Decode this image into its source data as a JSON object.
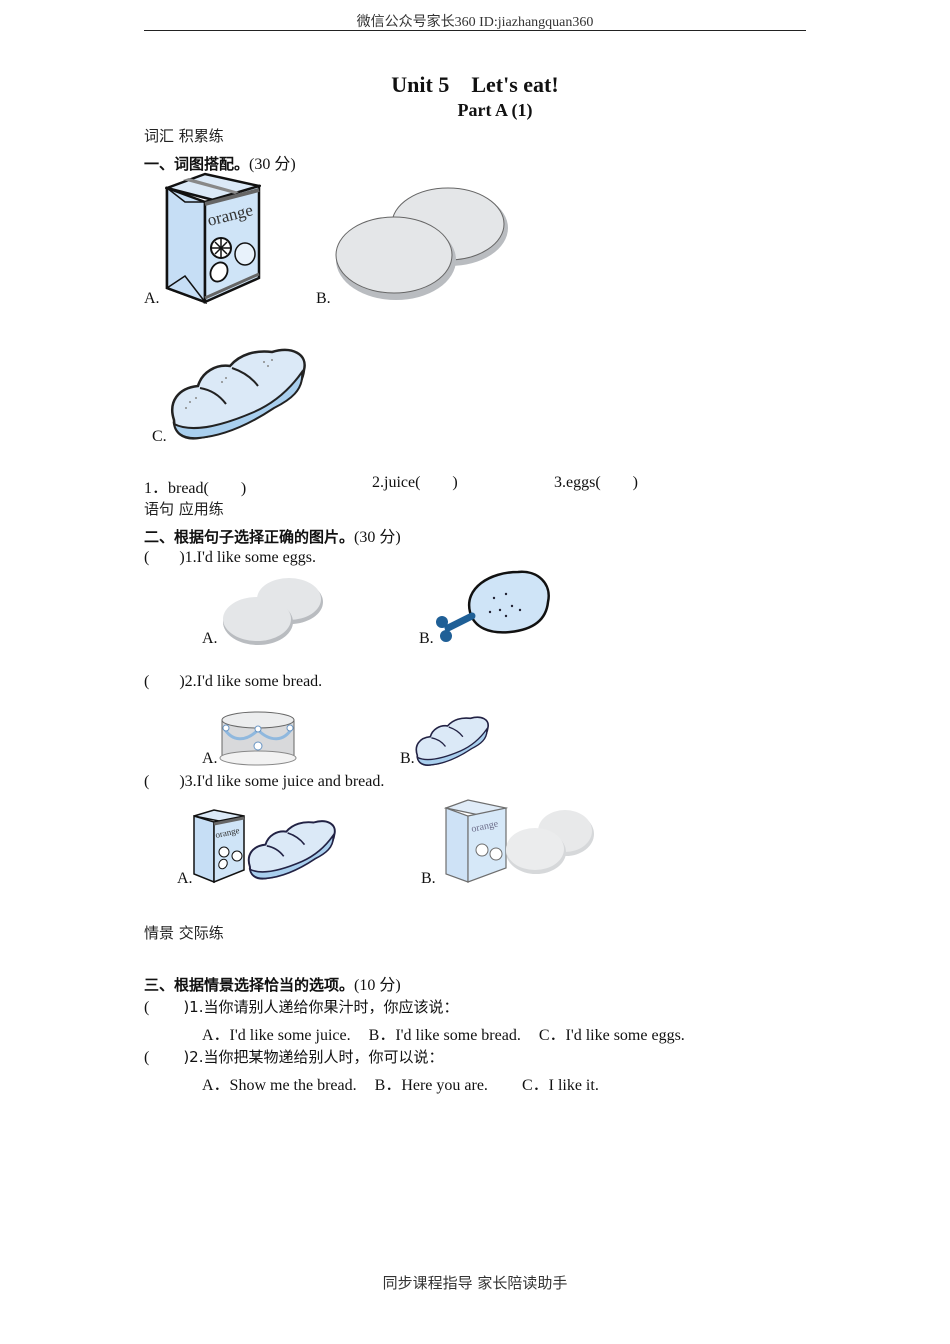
{
  "header": {
    "watermark": "微信公众号家长360 ID:jiazhangquan360"
  },
  "title": {
    "main": "Unit 5    Let's eat!",
    "part": "Part A (1)"
  },
  "section1": {
    "tag": "词汇 积累练",
    "heading": "一、词图搭配。",
    "points": "(30 分)",
    "images": [
      {
        "label": "A.",
        "icon": "orange-juice-carton-icon",
        "carton_text": "orange"
      },
      {
        "label": "B.",
        "icon": "eggs-icon"
      },
      {
        "label": "C.",
        "icon": "bread-icon"
      }
    ],
    "items": [
      {
        "text": "1．bread(",
        "close": ")"
      },
      {
        "text": "2.juice(",
        "close": ")"
      },
      {
        "text": "3.eggs(",
        "close": ")"
      }
    ]
  },
  "section2": {
    "tag": "语句 应用练",
    "heading": "二、根据句子选择正确的图片。",
    "points": "(30 分)",
    "questions": [
      {
        "open": "(",
        "text": ")1.I'd like some eggs.",
        "options": [
          {
            "label": "A.",
            "icon": "eggs-icon"
          },
          {
            "label": "B.",
            "icon": "chicken-leg-icon"
          }
        ]
      },
      {
        "open": "(",
        "text": ")2.I'd like some bread.",
        "options": [
          {
            "label": "A.",
            "icon": "cake-icon"
          },
          {
            "label": "B.",
            "icon": "bread-icon"
          }
        ]
      },
      {
        "open": "(",
        "text": ")3.I'd like some juice and bread.",
        "options": [
          {
            "label": "A.",
            "icon": "juice-and-bread-icon"
          },
          {
            "label": "B.",
            "icon": "juice-and-eggs-icon"
          }
        ]
      }
    ]
  },
  "section3": {
    "tag": "情景 交际练",
    "heading": "三、根据情景选择恰当的选项。",
    "points": "(10 分)",
    "questions": [
      {
        "open": "(",
        "text": ")1.当你请别人递给你果汁时，你应该说：",
        "options": [
          "A．I'd like some juice.",
          "B．I'd like some bread.",
          "C．I'd like some eggs."
        ]
      },
      {
        "open": "(",
        "text": ")2.当你把某物递给别人时，你可以说：",
        "options": [
          "A．Show me the bread.",
          "B．Here you are.",
          "C．I like it."
        ]
      }
    ]
  },
  "footer": {
    "text": "同步课程指导 家长陪读助手"
  },
  "colors": {
    "light_blue": "#cfe4f7",
    "mid_blue": "#a9cfee",
    "dark_blue": "#2a6aa6",
    "egg_gray": "#e4e6e8"
  }
}
